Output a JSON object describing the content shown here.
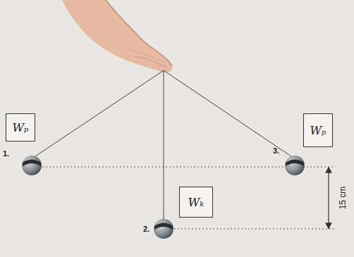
{
  "diagram": {
    "nodes": [
      {
        "text": [
          "Wₚ"
        ]
      },
      {
        "text": [
          "Wₖ"
        ]
      },
      {
        "text": [
          "Wₚ"
        ]
      }
    ],
    "labels": [
      "1.",
      "2.",
      "3.",
      "15 cm"
    ]
  }
}
